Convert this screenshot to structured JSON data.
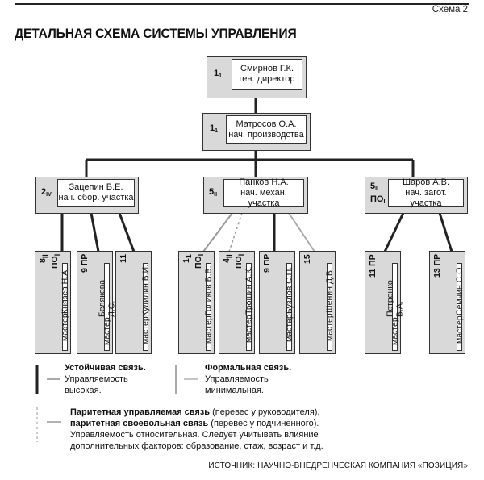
{
  "header": {
    "scheme_label": "Схема 2",
    "title": "ДЕТАЛЬНАЯ СХЕМА СИСТЕМЫ УПРАВЛЕНИЯ"
  },
  "nodes": {
    "director": {
      "code": "1",
      "sub": "1",
      "name": "Смирнов Г.К.",
      "role": "ген. директор"
    },
    "production": {
      "code": "1",
      "sub": "1",
      "name": "Матросов О.А.",
      "role": "нач. производства"
    },
    "assembly": {
      "code": "2",
      "sub": "IV",
      "name": "Зацепин В.Е.",
      "role": "нач. сбор. участка"
    },
    "mech": {
      "code": "5",
      "sub": "II",
      "name": "Панков Н.А.",
      "role": "нач. механ. участка"
    },
    "prep": {
      "code": "5",
      "sub": "II",
      "extra": "ПО",
      "extra_sub": "I",
      "name": "Шаров А.В.",
      "role": "нач. загот. участка"
    }
  },
  "masters": [
    {
      "code": "8",
      "sub": "II",
      "extra": "ПО",
      "extra_sub": "I",
      "name": "Князев Н.А.",
      "role": "мастер"
    },
    {
      "code": "9",
      "sub": "",
      "extra": "ПР",
      "extra_sub": "",
      "name": "Белякова Л.С.",
      "role": "мастер"
    },
    {
      "code": "11",
      "sub": "",
      "extra": "",
      "extra_sub": "",
      "name": "Кудилин В.И.",
      "role": "мастер"
    },
    {
      "code": "1",
      "sub": "1",
      "extra": "ПО",
      "extra_sub": "I",
      "name": "Голиков В.В.",
      "role": "мастер"
    },
    {
      "code": "4",
      "sub": "II",
      "extra": "ПО",
      "extra_sub": "I",
      "name": "Трошин А.К.",
      "role": "мастер"
    },
    {
      "code": "9",
      "sub": "",
      "extra": "ПР",
      "extra_sub": "",
      "name": "Бузлов С.П.",
      "role": "мастер"
    },
    {
      "code": "15",
      "sub": "",
      "extra": "",
      "extra_sub": "",
      "name": "Шенин Д.В.",
      "role": "мастер"
    },
    {
      "code": "11",
      "sub": "",
      "extra": "ПР",
      "extra_sub": "",
      "name": "Петренко В.А.",
      "role": "мастер"
    },
    {
      "code": "13",
      "sub": "",
      "extra": "ПР",
      "extra_sub": "",
      "name": "Семчин С.О.",
      "role": "мастер"
    }
  ],
  "legend": {
    "stable_title": "Устойчивая связь.",
    "stable_text1": "Управляемость",
    "stable_text2": "высокая.",
    "formal_title": "Формальная связь.",
    "formal_text1": "Управляемость",
    "formal_text2": "минимальная.",
    "parity1_bold": "Паритетная управляемая связь",
    "parity1_rest": " (перевес у руководителя),",
    "parity2_bold": "паритетная своевольная связь",
    "parity2_rest": " (перевес у подчиненного).",
    "parity_note1": "Управляемость относительная. Следует учитывать влияние",
    "parity_note2": "дополнительных факторов: образование, стаж, возраст и т.д."
  },
  "source": "ИСТОЧНИК: НАУЧНО-ВНЕДРЕНЧЕСКАЯ КОМПАНИЯ «ПОЗИЦИЯ»",
  "colors": {
    "line": "#222222",
    "weak_line": "#aaaaaa",
    "box_shade": "#d9d9d9"
  }
}
